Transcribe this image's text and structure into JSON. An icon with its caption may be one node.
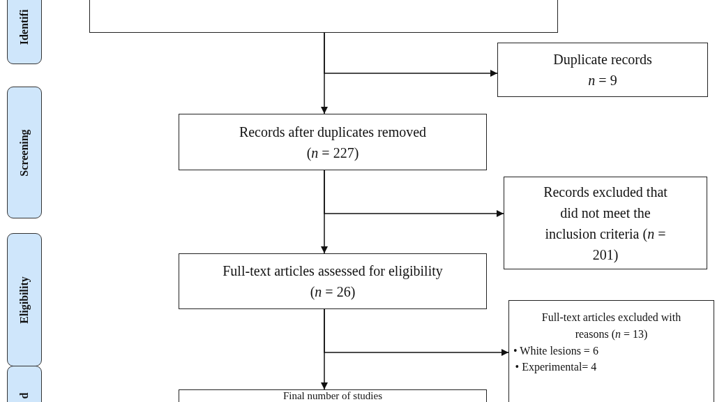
{
  "diagram": {
    "nodes": [
      {
        "text": [
          "Identifi"
        ]
      },
      {
        "text": [
          "Screening"
        ]
      },
      {
        "text": [
          "Eligibility"
        ]
      },
      {
        "text": [
          "d"
        ]
      },
      {
        "text": [],
        "shape": "box"
      },
      {
        "text": [
          "Duplicate records *n* = 9"
        ]
      },
      {
        "text": [
          "Records after duplicates removed (*n* = 227)"
        ]
      },
      {
        "text": [
          "Records excluded that did not meet the inclusion criteria (*n* = 201)"
        ]
      },
      {
        "text": [
          "Full-text articles assessed for eligibility (*n* = 26)"
        ]
      },
      {
        "text": [
          "Full-text articles excluded with reasons (*n* = 13)",
          "• White lesions = 6",
          "• Experimental= 4"
        ]
      },
      {
        "text": [
          "Final number of studies"
        ]
      }
    ],
    "edges": [
      {
        "from": 4,
        "to": 6,
        "arrow": "to"
      },
      {
        "from": 4,
        "to": 5,
        "arrow": "to"
      },
      {
        "from": 6,
        "to": 8,
        "arrow": "to"
      },
      {
        "from": 6,
        "to": 7,
        "arrow": "to"
      },
      {
        "from": 8,
        "to": 10,
        "arrow": "to"
      },
      {
        "from": 8,
        "to": 9,
        "arrow": "to"
      }
    ]
  }
}
